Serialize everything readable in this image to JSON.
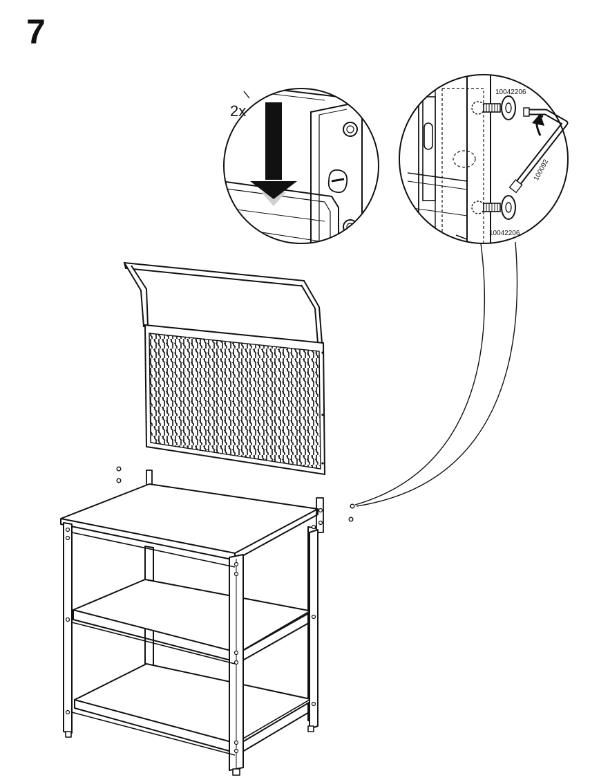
{
  "step": {
    "number": "7"
  },
  "callout_left": {
    "quantity": "2x"
  },
  "callout_right": {
    "screw_top_part": "10042206",
    "screw_bottom_part": "10042206",
    "allen_key_part": "100092"
  },
  "colors": {
    "line": "#111111",
    "fill": "#ffffff",
    "arrow_fade": "#d0d0d0"
  }
}
